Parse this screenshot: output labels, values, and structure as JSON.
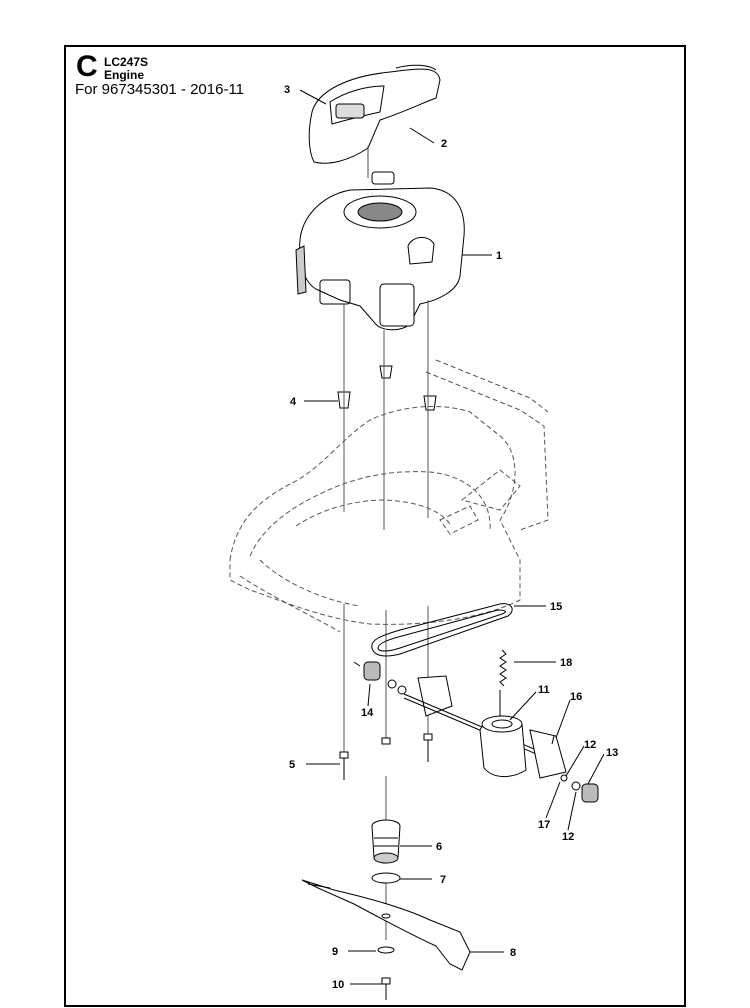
{
  "header": {
    "letter": "C",
    "model": "LC247S",
    "section": "Engine",
    "for_line": "For 967345301 - 2016-11"
  },
  "callouts": [
    {
      "id": "c1",
      "label": "1"
    },
    {
      "id": "c2",
      "label": "2"
    },
    {
      "id": "c3",
      "label": "3"
    },
    {
      "id": "c4",
      "label": "4"
    },
    {
      "id": "c5",
      "label": "5"
    },
    {
      "id": "c6",
      "label": "6"
    },
    {
      "id": "c7",
      "label": "7"
    },
    {
      "id": "c8",
      "label": "8"
    },
    {
      "id": "c9",
      "label": "9"
    },
    {
      "id": "c10",
      "label": "10"
    },
    {
      "id": "c11",
      "label": "11"
    },
    {
      "id": "c12a",
      "label": "12"
    },
    {
      "id": "c12b",
      "label": "12"
    },
    {
      "id": "c13",
      "label": "13"
    },
    {
      "id": "c14",
      "label": "14"
    },
    {
      "id": "c15",
      "label": "15"
    },
    {
      "id": "c16",
      "label": "16"
    },
    {
      "id": "c17",
      "label": "17"
    },
    {
      "id": "c18",
      "label": "18"
    }
  ],
  "colors": {
    "ink": "#000000",
    "hidden_line": "#555555",
    "paper": "#ffffff"
  }
}
